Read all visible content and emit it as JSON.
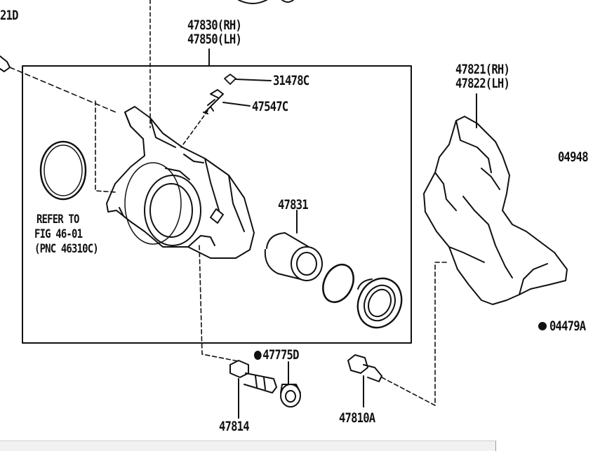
{
  "labels": {
    "top_left_partial": "21D",
    "caliper_rh": "47830(RH)",
    "caliper_lh": "47850(LH)",
    "cap": "31478C",
    "bleeder": "47547C",
    "piston": "47831",
    "mounting_rh": "47821(RH)",
    "mounting_lh": "47822(LH)",
    "right_partial_top": "04948",
    "right_partial_bottom": "04479A",
    "bushing": "47775D",
    "bolt_left": "47814",
    "bolt_right": "47810A",
    "refer_line1": "REFER TO",
    "refer_line2": "FIG 46-01",
    "refer_line3": "(PNC 46310C)"
  },
  "colors": {
    "ink": "#111111",
    "background": "#ffffff",
    "bar": "#f1f1f1"
  }
}
